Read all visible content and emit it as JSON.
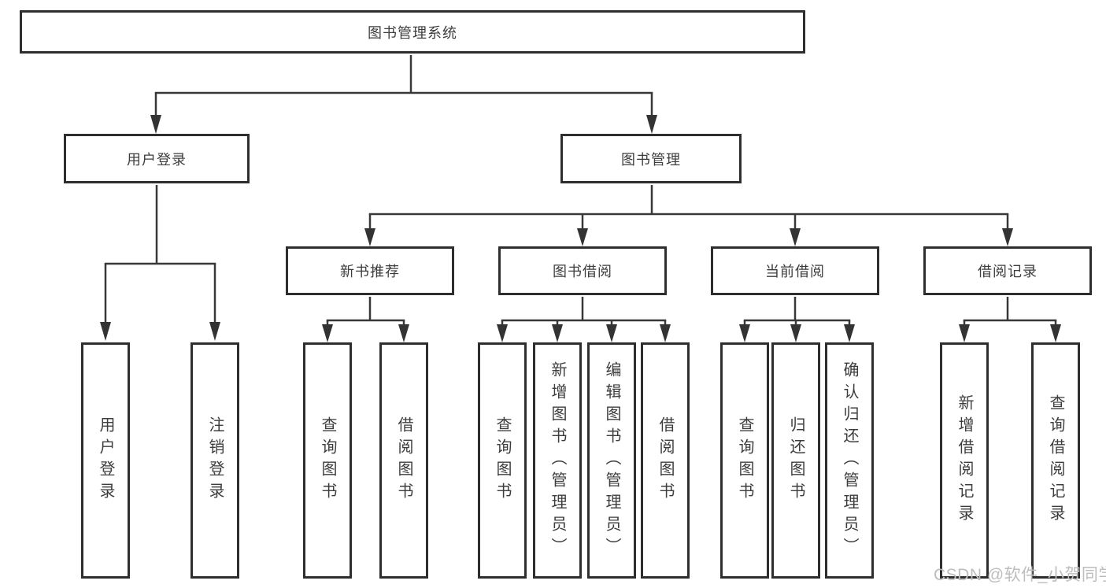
{
  "diagram": {
    "root": {
      "label": "图书管理系统",
      "children": [
        {
          "label": "用户登录",
          "children": [
            {
              "label": "用户登录"
            },
            {
              "label": "注销登录"
            }
          ]
        },
        {
          "label": "图书管理",
          "children": [
            {
              "label": "新书推荐",
              "children": [
                {
                  "label": "查询图书"
                },
                {
                  "label": "借阅图书"
                }
              ]
            },
            {
              "label": "图书借阅",
              "children": [
                {
                  "label": "查询图书"
                },
                {
                  "label": "新增图书（管理员）"
                },
                {
                  "label": "编辑图书（管理员）"
                },
                {
                  "label": "借阅图书"
                }
              ]
            },
            {
              "label": "当前借阅",
              "children": [
                {
                  "label": "查询图书"
                },
                {
                  "label": "归还图书"
                },
                {
                  "label": "确认归还（管理员）"
                }
              ]
            },
            {
              "label": "借阅记录",
              "children": [
                {
                  "label": "新增借阅记录"
                },
                {
                  "label": "查询借阅记录"
                }
              ]
            }
          ]
        }
      ]
    },
    "line_color": "#383838",
    "box_border_color": "#2e2e2e",
    "text_color": "#3d3d3d"
  },
  "watermark": {
    "text": "CSDN @软件_小贺同学",
    "color": "#bdbdbd"
  }
}
